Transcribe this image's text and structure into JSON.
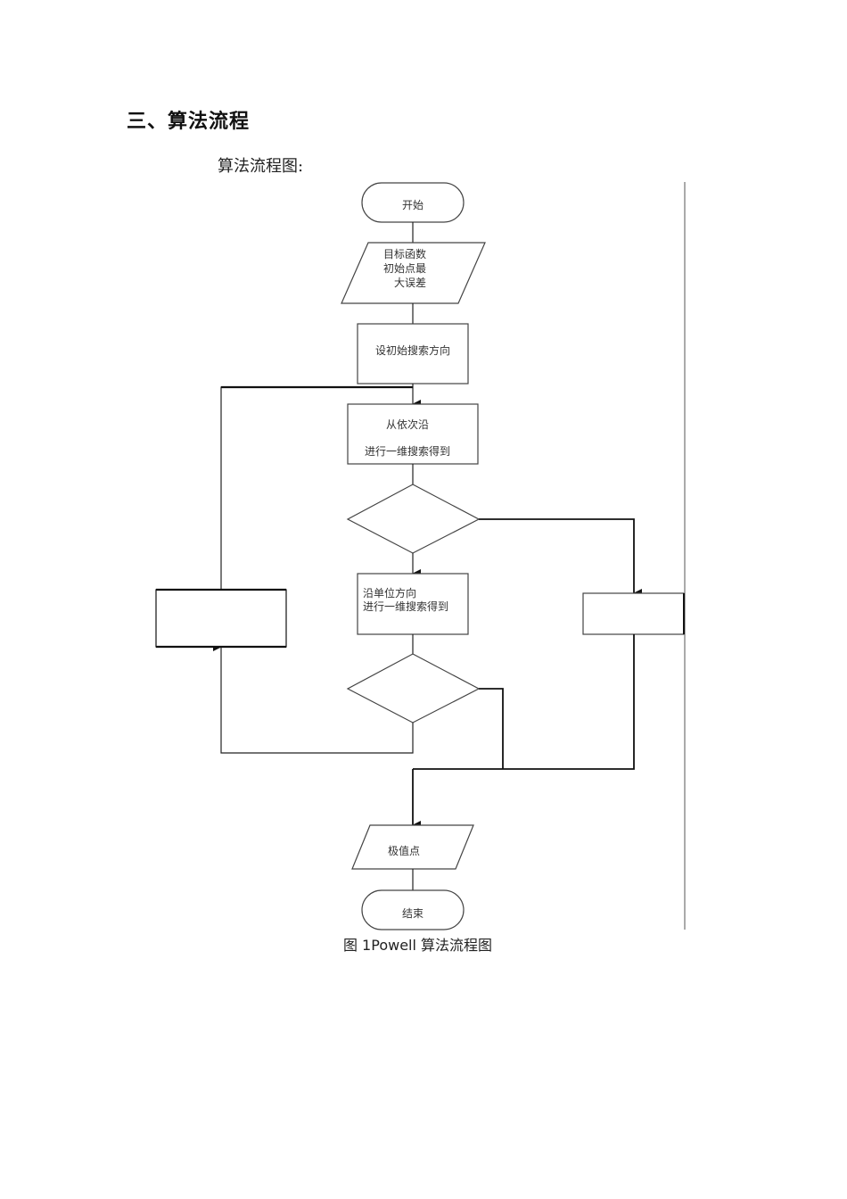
{
  "section": {
    "title": "三、算法流程"
  },
  "diagram": {
    "heading": "算法流程图:",
    "caption": "图 1Powell 算法流程图",
    "nodes": {
      "start": {
        "type": "terminator",
        "text": "开始"
      },
      "input": {
        "type": "io",
        "lines": [
          "目标函数",
          "初始点最",
          "大误差"
        ]
      },
      "init_dirs": {
        "type": "process",
        "text": "设初始搜索方向"
      },
      "line_search_seq": {
        "type": "process",
        "lines": [
          "从依次沿",
          "进行一维搜索得到"
        ]
      },
      "decision_1": {
        "type": "decision",
        "text": ""
      },
      "unit_dir_search": {
        "type": "process",
        "lines": [
          "沿单位方向",
          "进行一维搜索得到"
        ]
      },
      "decision_2": {
        "type": "decision",
        "text": ""
      },
      "update_dirs": {
        "type": "process",
        "text": ""
      },
      "right_box": {
        "type": "process",
        "text": ""
      },
      "output": {
        "type": "io",
        "text": "极值点"
      },
      "end": {
        "type": "terminator",
        "text": "结束"
      }
    }
  }
}
